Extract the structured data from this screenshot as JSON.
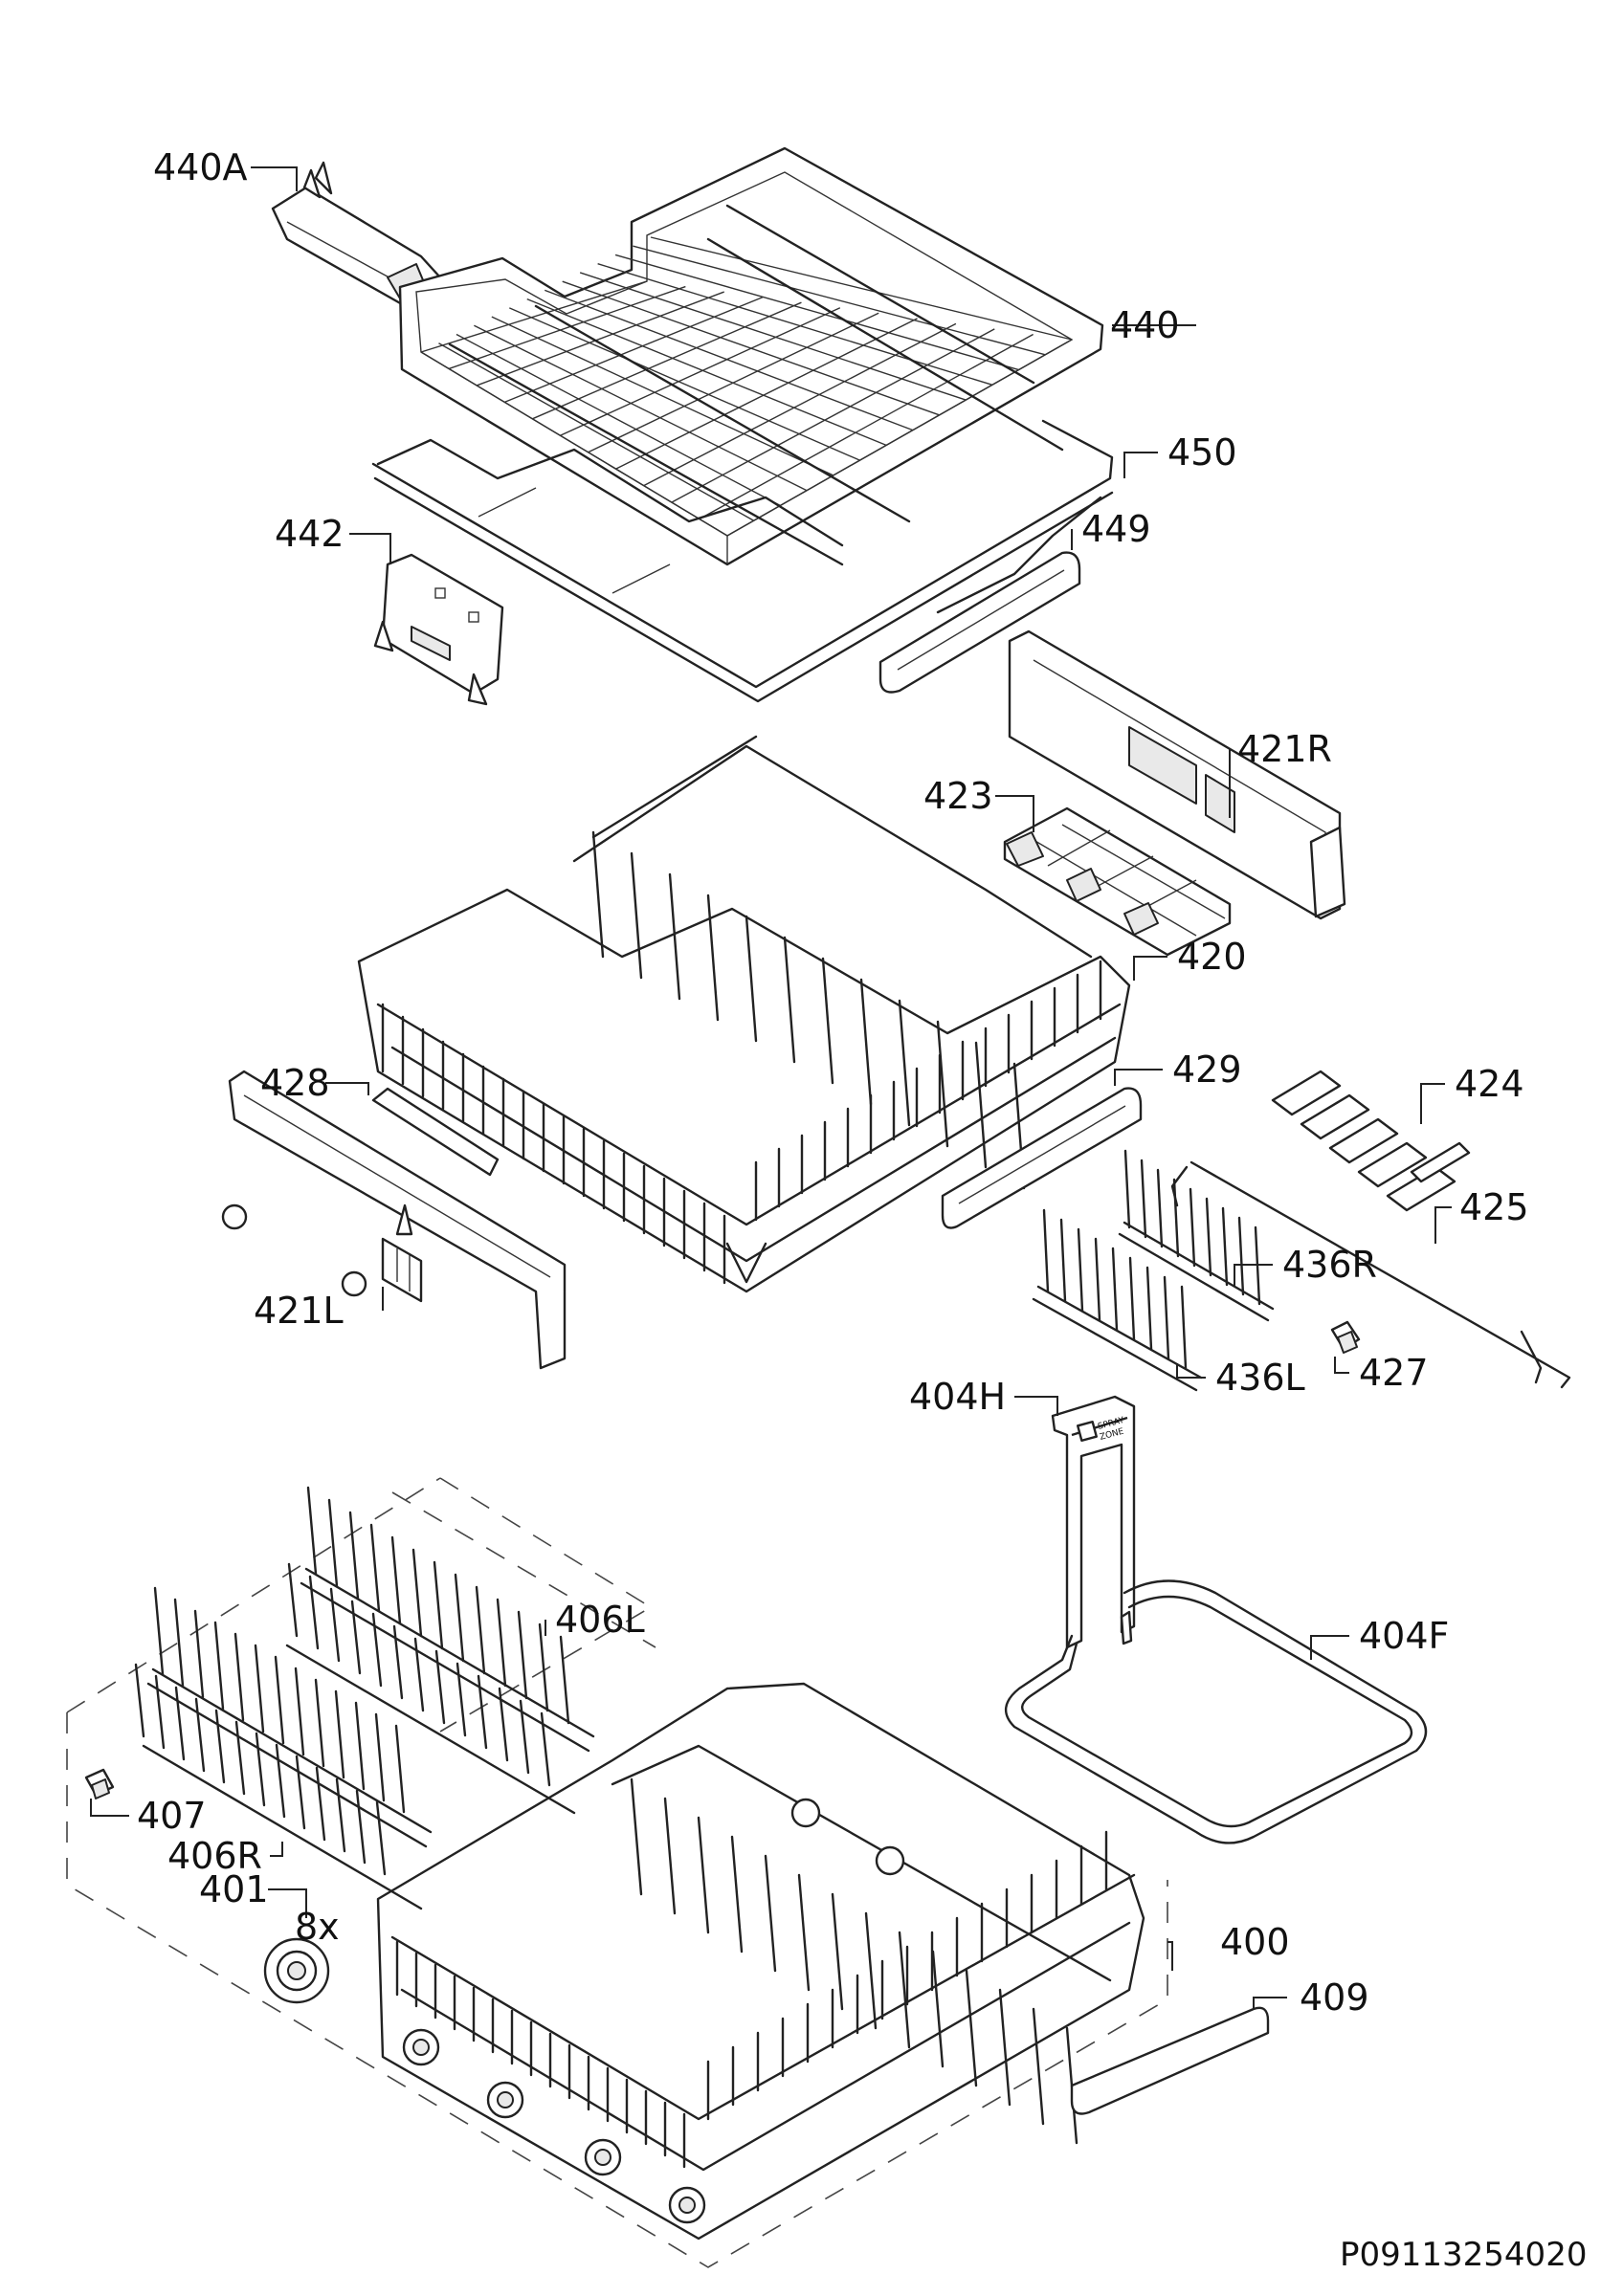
{
  "callouts": {
    "c440A": "440A",
    "c440": "440",
    "c450": "450",
    "c442": "442",
    "c449": "449",
    "c421R": "421R",
    "c423": "423",
    "c420": "420",
    "c428": "428",
    "c429": "429",
    "c424": "424",
    "c425": "425",
    "c436R": "436R",
    "c421L": "421L",
    "c436L": "436L",
    "c427": "427",
    "c404H": "404H",
    "c404F": "404F",
    "c406L": "406L",
    "c407": "407",
    "c406R": "406R",
    "c401": "401",
    "qty401": "8x",
    "c400": "400",
    "c409": "409"
  },
  "handle_label": {
    "line1": "SPRAY",
    "line2": "ZONE"
  },
  "document_code": "P09113254020"
}
